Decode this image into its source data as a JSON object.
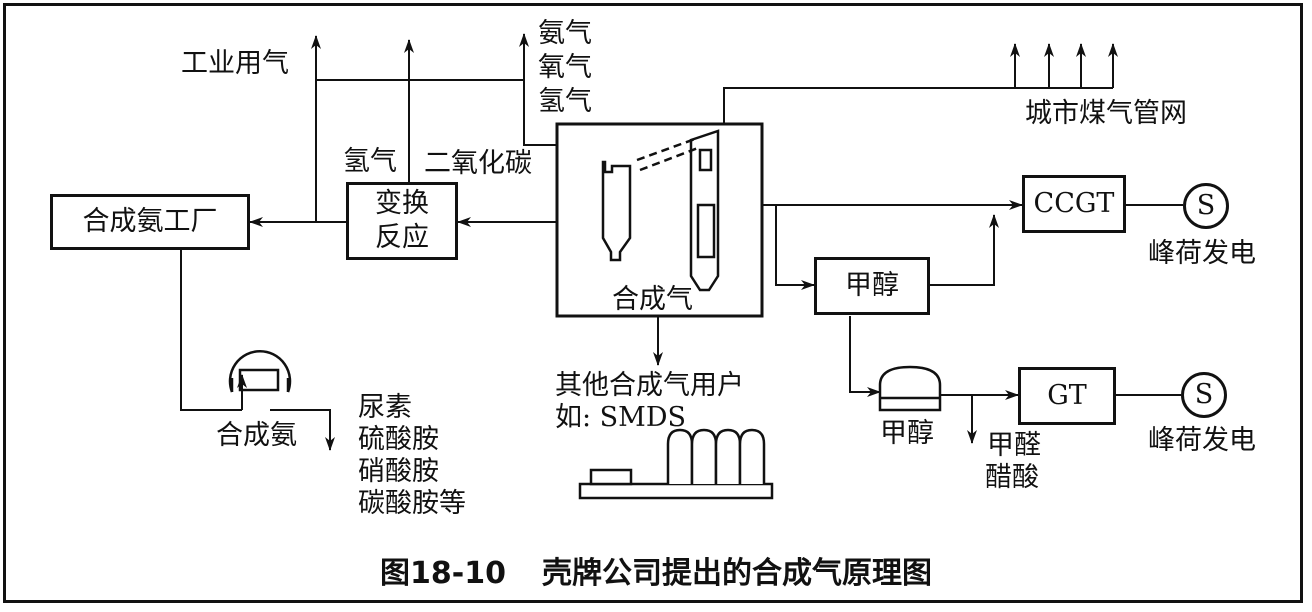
{
  "labels": {
    "industrial_gas": "工业用气",
    "hydrogen_top": "氢气",
    "co2": "二氧化碳",
    "gas_list": [
      "氨气",
      "氧气",
      "氢气"
    ],
    "city_gas_network": "城市煤气管网",
    "synthesis_gas": "合成气",
    "other_users": "其他合成气用户",
    "smds": "如: SMDS",
    "synthetic_ammonia": "合成氨",
    "ammonia_products": [
      "尿素",
      "硫酸胺",
      "硝酸胺",
      "碳酸胺等"
    ],
    "methanol_tank": "甲醇",
    "formaldehyde": "甲醛",
    "acetic_acid": "醋酸",
    "peak_power_1": "峰荷发电",
    "peak_power_2": "峰荷发电"
  },
  "boxes": {
    "ammonia_plant": "合成氨工厂",
    "shift_reaction": [
      "变换",
      "反应"
    ],
    "ccgt": "CCGT",
    "methanol": "甲醇",
    "gt": "GT",
    "s1": "S",
    "s2": "S"
  },
  "caption": {
    "number": "图18-10",
    "title": "壳牌公司提出的合成气原理图"
  }
}
